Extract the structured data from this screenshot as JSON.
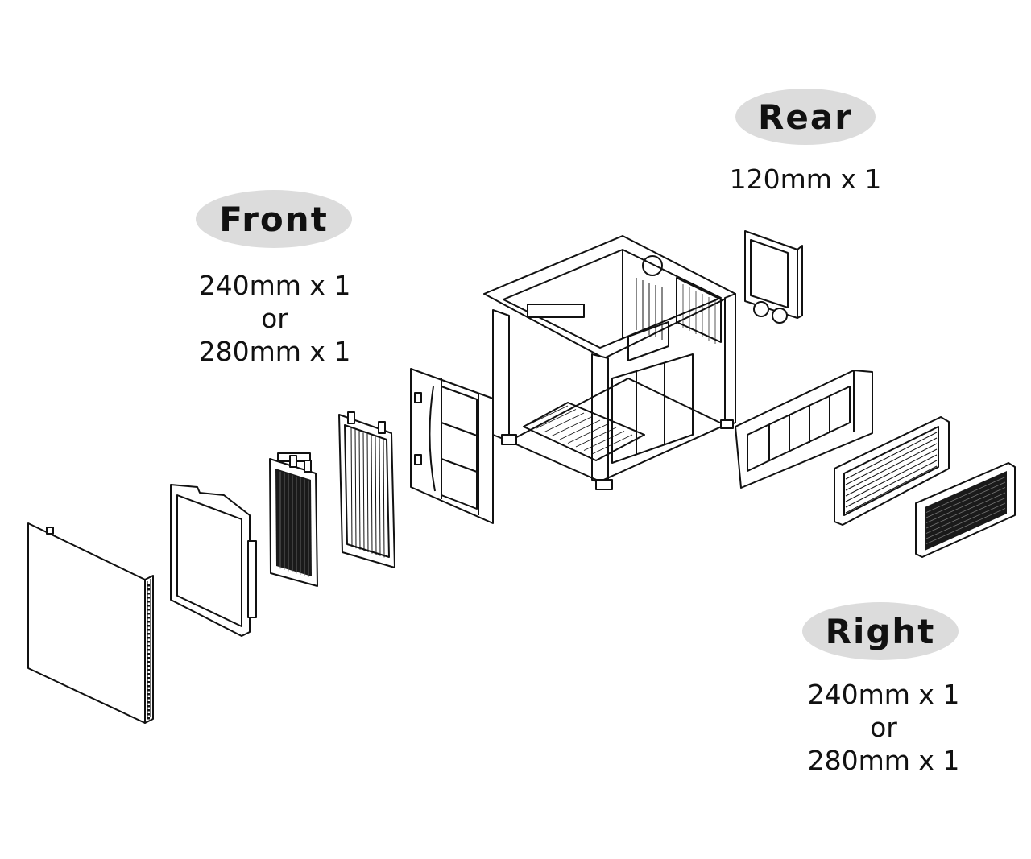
{
  "front": {
    "label": "Front",
    "line1": "240mm x 1",
    "line2": "or",
    "line3": "280mm x 1"
  },
  "rear": {
    "label": "Rear",
    "line1": "120mm x 1"
  },
  "right": {
    "label": "Right",
    "line1": "240mm x 1",
    "line2": "or",
    "line3": "280mm x 1"
  },
  "colors": {
    "pill_bg": "#dcdcdc",
    "line": "#111111"
  },
  "parts": [
    "side-panel",
    "dust-filter",
    "radiator-thick",
    "radiator-slim",
    "front-bracket",
    "chassis",
    "rear-fan-radiator",
    "right-bracket",
    "right-radiator-slim",
    "right-radiator-thick"
  ]
}
